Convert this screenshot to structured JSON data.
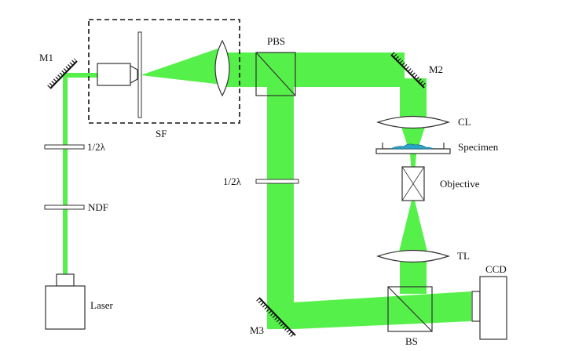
{
  "labels": {
    "m1": "M1",
    "m2": "M2",
    "m3": "M3",
    "pbs": "PBS",
    "sf": "SF",
    "cl": "CL",
    "specimen": "Specimen",
    "objective": "Objective",
    "tl": "TL",
    "ccd": "CCD",
    "bs": "BS",
    "laser": "Laser",
    "ndf": "NDF",
    "half_wave_1": "1/2λ",
    "half_wave_2": "1/2λ"
  },
  "colors": {
    "beam": "#56f04a",
    "outline": "#333333",
    "background": "#ffffff"
  }
}
